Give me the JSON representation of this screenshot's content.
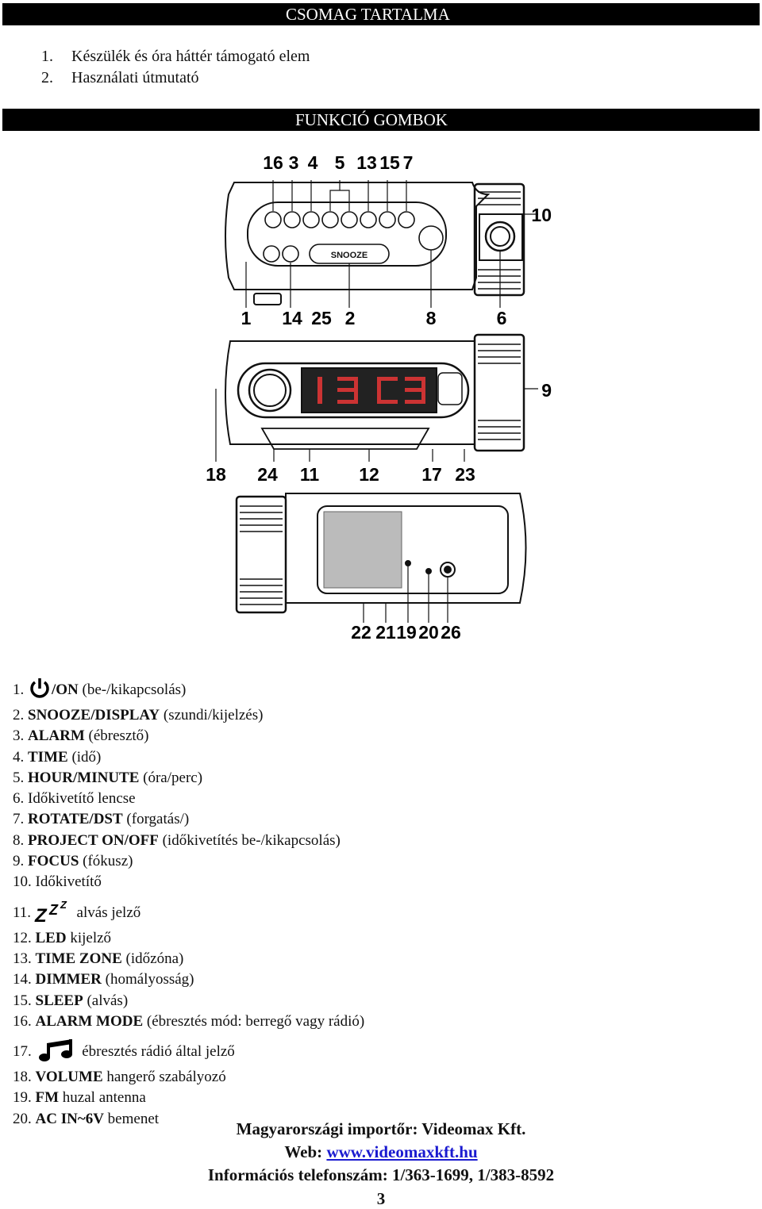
{
  "header1": "CSOMAG TARTALMA",
  "package_items": [
    {
      "num": "1.",
      "text": "Készülék és óra háttér támogató elem"
    },
    {
      "num": "2.",
      "text": "Használati útmutató"
    }
  ],
  "header2": "FUNKCIÓ GOMBOK",
  "figure_labels": {
    "top": [
      "16",
      "3",
      "4",
      "5",
      "13",
      "15",
      "7",
      "10",
      "1",
      "14",
      "25",
      "2",
      "8",
      "6"
    ],
    "middle": [
      "9",
      "18",
      "24",
      "11",
      "12",
      "17",
      "23"
    ],
    "bottom": [
      "22",
      "21",
      "19",
      "20",
      "26"
    ],
    "button_snooze": "SNOOZE"
  },
  "functions": [
    {
      "num": "1.",
      "bold": "/ON",
      "rest": " (be-/kikapcsolás)",
      "icon": "power-icon"
    },
    {
      "num": "2.",
      "bold": "SNOOZE/DISPLAY",
      "rest": " (szundi/kijelzés)"
    },
    {
      "num": "3.",
      "bold": "ALARM",
      "rest": " (ébresztő)"
    },
    {
      "num": "4.",
      "bold": "TIME",
      "rest": " (idő)"
    },
    {
      "num": "5.",
      "bold": "HOUR/MINUTE",
      "rest": " (óra/perc)"
    },
    {
      "num": "6.",
      "bold": "",
      "rest": "Időkivetítő lencse"
    },
    {
      "num": "7.",
      "bold": "ROTATE/DST",
      "rest": " (forgatás/)"
    },
    {
      "num": "8.",
      "bold": "PROJECT ON/OFF",
      "rest": " (időkivetítés be-/kikapcsolás)"
    },
    {
      "num": "9.",
      "bold": "FOCUS",
      "rest": " (fókusz)"
    },
    {
      "num": "10.",
      "bold": "",
      "rest": "Időkivetítő"
    },
    {
      "num": "11.",
      "bold": "",
      "rest": "alvás jelző",
      "icon": "sleep-zzz-icon"
    },
    {
      "num": "12.",
      "bold": "LED",
      "rest": " kijelző"
    },
    {
      "num": "13.",
      "bold": "TIME ZONE",
      "rest": " (időzóna)"
    },
    {
      "num": "14.",
      "bold": "DIMMER",
      "rest": " (homályosság)"
    },
    {
      "num": "15.",
      "bold": "SLEEP",
      "rest": " (alvás)"
    },
    {
      "num": "16.",
      "bold": "ALARM MODE",
      "rest": " (ébresztés mód: berregő vagy rádió)"
    },
    {
      "num": "17.",
      "bold": "",
      "rest": "ébresztés rádió által jelző",
      "icon": "music-note-icon"
    },
    {
      "num": "18.",
      "bold": "VOLUME",
      "rest": " hangerő szabályozó"
    },
    {
      "num": "19.",
      "bold": "FM",
      "rest": " huzal antenna"
    },
    {
      "num": "20.",
      "bold": "AC IN~6V",
      "rest": " bemenet"
    }
  ],
  "footer": {
    "importer": "Magyarországi importőr: Videomax Kft.",
    "web_prefix": "Web: ",
    "web_link": "www.videomaxkft.hu",
    "phone": "Információs telefonszám: 1/363-1699, 1/383-8592",
    "page": "3"
  }
}
